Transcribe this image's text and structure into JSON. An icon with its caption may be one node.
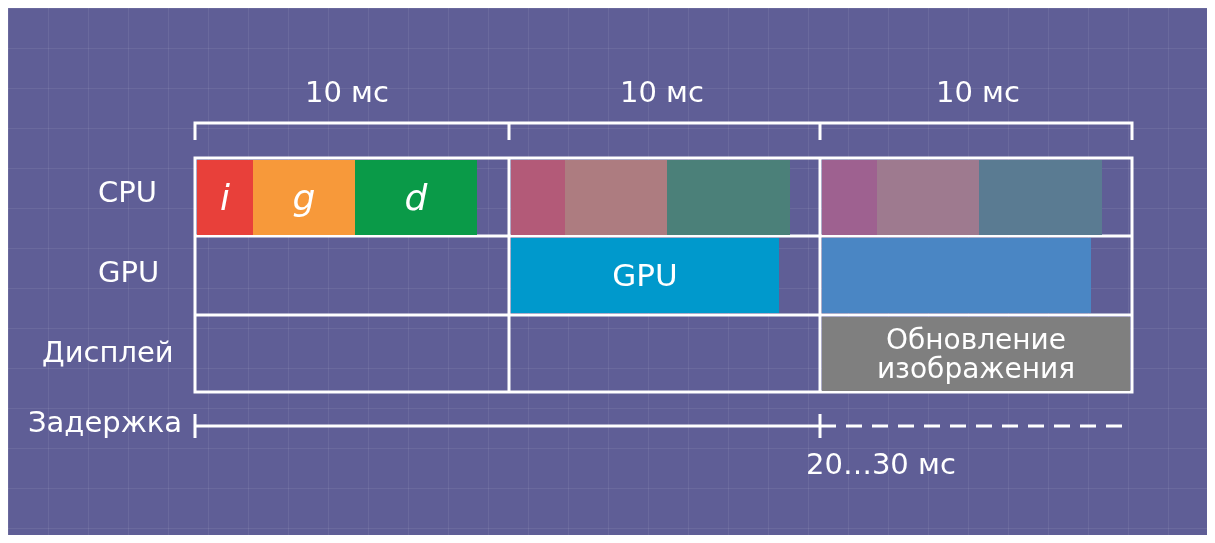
{
  "diagram": {
    "nodes": [
      {
        "text": [
          "i"
        ]
      },
      {
        "text": [
          "g"
        ]
      },
      {
        "text": [
          "d"
        ]
      },
      {
        "text": [],
        "shape": "bar"
      },
      {
        "text": [],
        "shape": "bar"
      },
      {
        "text": [],
        "shape": "bar"
      },
      {
        "text": [],
        "shape": "bar"
      },
      {
        "text": [],
        "shape": "bar"
      },
      {
        "text": [],
        "shape": "bar"
      },
      {
        "text": [
          "GPU"
        ]
      },
      {
        "text": [],
        "shape": "bar"
      },
      {
        "text": [
          "Обновление изображения"
        ]
      }
    ],
    "edges": [],
    "labels": [
      "10 мс",
      "10 мс",
      "10 мс",
      "CPU",
      "GPU",
      "Дисплей",
      "Задержка",
      "20…30 мс"
    ]
  }
}
